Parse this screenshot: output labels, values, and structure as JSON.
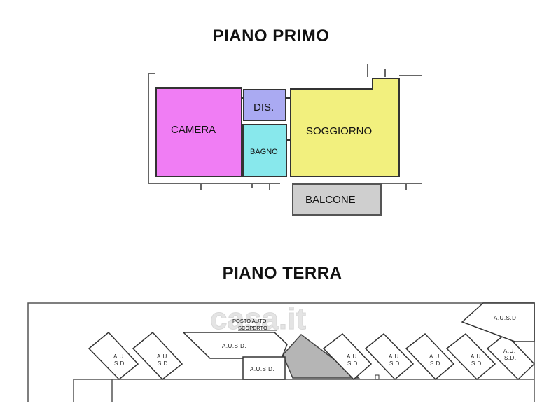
{
  "floors": {
    "first": {
      "title": "PIANO PRIMO",
      "rooms": {
        "camera": "CAMERA",
        "dis": "DIS.",
        "bagno": "BAGNO",
        "soggiorno": "SOGGIORNO",
        "balcone": "BALCONE"
      },
      "colors": {
        "camera": "#f07df4",
        "dis": "#aaaaf2",
        "bagno": "#88e8ec",
        "soggiorno": "#f2f07e",
        "balcone": "#cfcfcf"
      }
    },
    "ground": {
      "title": "PIANO TERRA",
      "posto_auto_line1": "POSTO AUTO",
      "posto_auto_line2": "SCOPERTO",
      "ausd_label": "A.U.S.D.",
      "au_label": "A.U.",
      "sd_label": "S.D.",
      "watermark": "casa.it"
    }
  }
}
